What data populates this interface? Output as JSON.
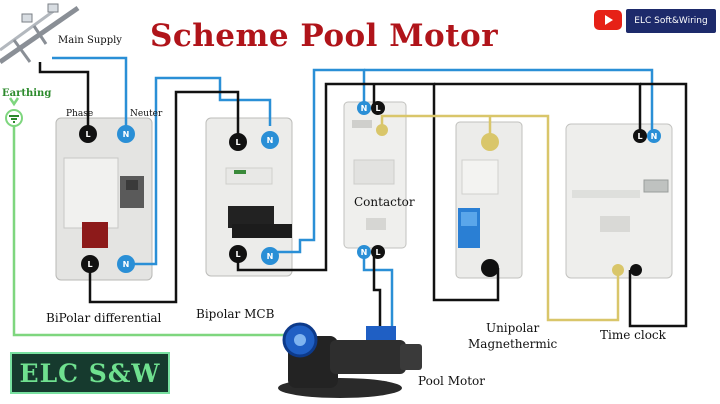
{
  "title": "Scheme Pool Motor",
  "labels": {
    "main_supply": "Main Supply",
    "earthing": "Earthing",
    "phase": "Phase",
    "neuter": "Neuter",
    "bipolar_differential": "BiPolar differential",
    "bipolar_mcb": "Bipolar MCB",
    "contactor": "Contactor",
    "unipolar_line1": "Unipolar",
    "unipolar_line2": "Magnethermic",
    "time_clock": "Time clock",
    "pool_motor": "Pool Motor"
  },
  "terminals": {
    "phase": "L",
    "neutral": "N"
  },
  "branding": {
    "logo_text": "ELC S&W",
    "channel_name": "ELC Soft&Wiring",
    "channel_icon": "youtube-play-icon"
  },
  "wire_colors": {
    "phase": "#111111",
    "neutral": "#2a8fd6",
    "control": "#d9c66a",
    "earth": "#7ed67e"
  },
  "title_color": "#b0141a"
}
